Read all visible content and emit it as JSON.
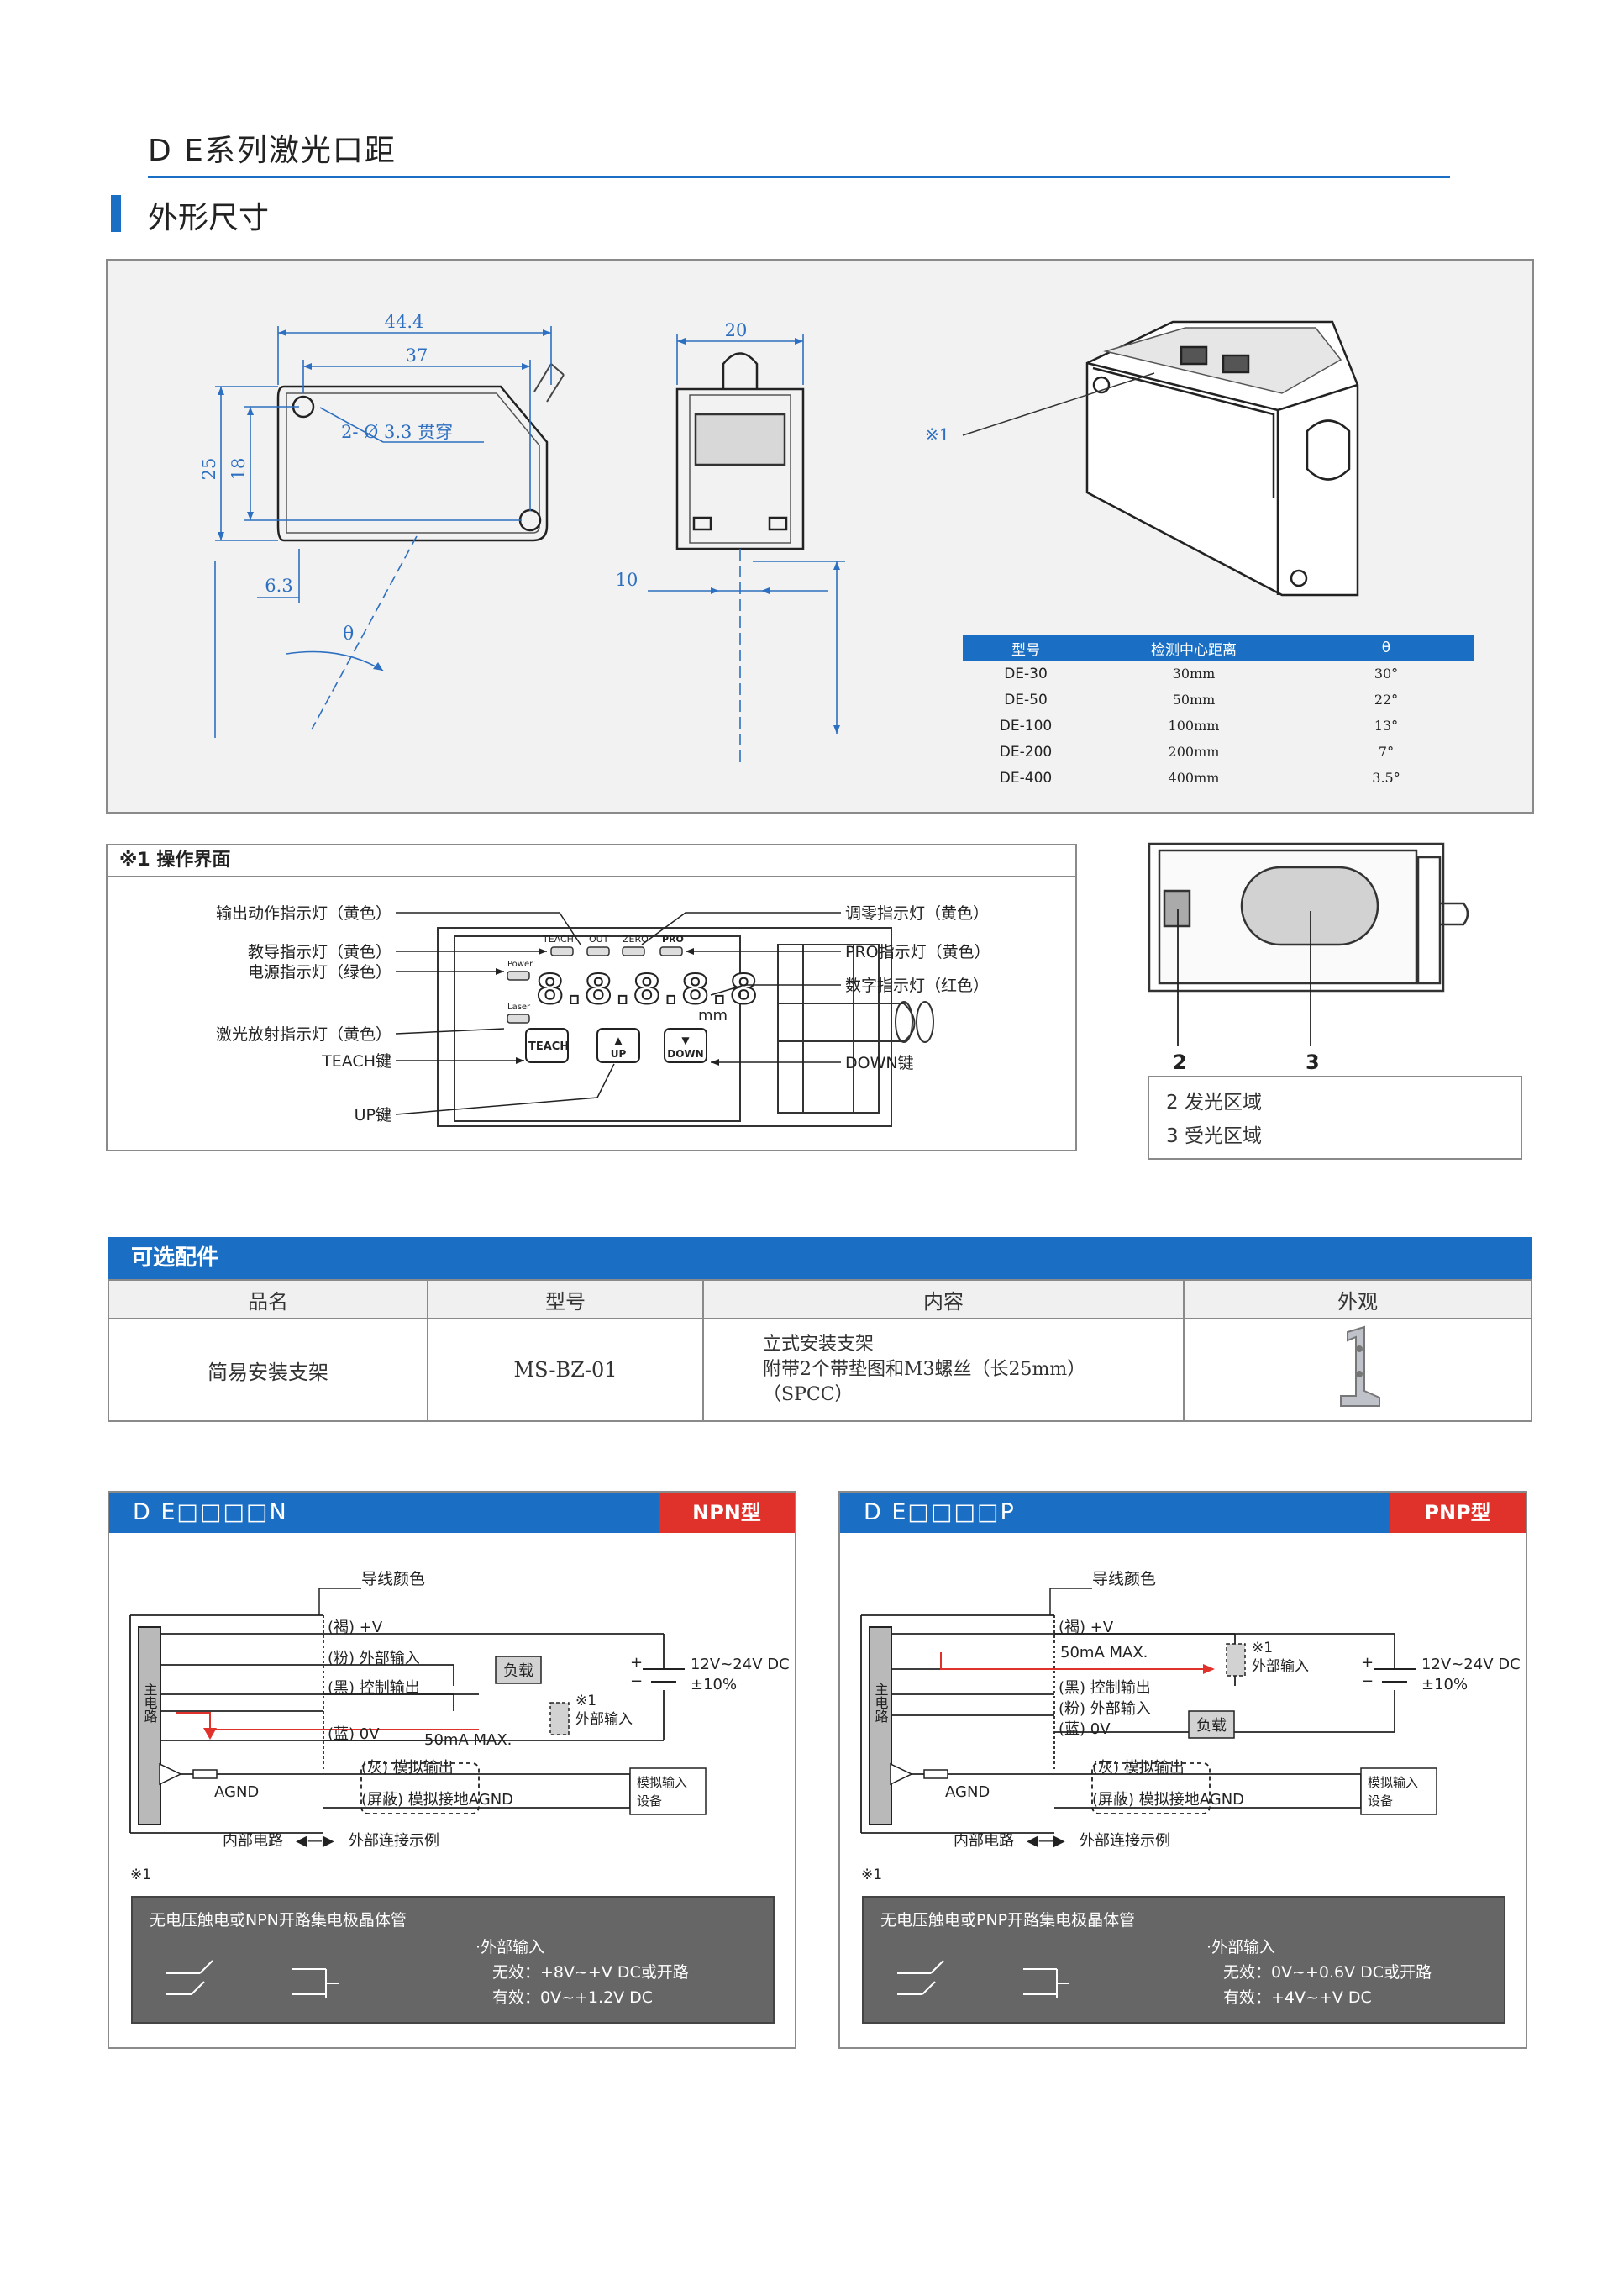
{
  "page": {
    "series_title": "D E系列激光口距",
    "section_title": "外形尺寸",
    "accent_color": "#1a6fc4"
  },
  "dimensions": {
    "d44_4": "44.4",
    "d37": "37",
    "d25": "25",
    "d18": "18",
    "d6_3": "6.3",
    "hole": "2- Ø 3.3 贯穿",
    "theta": "θ",
    "d20": "20",
    "d10": "10",
    "note1": "※1"
  },
  "model_table": {
    "headers": [
      "型号",
      "检测中心距离",
      "θ"
    ],
    "rows": [
      [
        "DE-30",
        "30mm",
        "30°"
      ],
      [
        "DE-50",
        "50mm",
        "22°"
      ],
      [
        "DE-100",
        "100mm",
        "13°"
      ],
      [
        "DE-200",
        "200mm",
        "7°"
      ],
      [
        "DE-400",
        "400mm",
        "3.5°"
      ]
    ]
  },
  "interface": {
    "title": "※1 操作界面",
    "left_labels": [
      "输出动作指示灯（黄色）",
      "教导指示灯（黄色）",
      "电源指示灯（绿色）",
      "激光放射指示灯（黄色）",
      "TEACH键",
      "UP键"
    ],
    "right_labels": [
      "调零指示灯（黄色）",
      "PRO指示灯（黄色）",
      "数字指示灯（红色）",
      "DOWN键"
    ],
    "panel_top": [
      "TEACH",
      "OUT",
      "ZERO",
      "PRO"
    ],
    "power": "Power",
    "laser": "Laser",
    "display": "8.8.8.8.8",
    "unit": "mm",
    "btn_teach": "TEACH",
    "btn_up": "UP",
    "btn_down": "DOWN"
  },
  "front": {
    "num2": "2",
    "num3": "3",
    "legend": [
      "2 发光区域",
      "3 受光区域"
    ]
  },
  "accessories": {
    "title": "可选配件",
    "headers": [
      "品名",
      "型号",
      "内容",
      "外观"
    ],
    "row": {
      "name": "简易安装支架",
      "model": "MS-BZ-01",
      "content": [
        "立式安装支架",
        "附带2个带垫图和M3螺丝（长25mm）",
        "（SPCC）"
      ]
    }
  },
  "npn": {
    "title": "D E□□□□N",
    "badge": "NPN型",
    "wire_color": "导线颜色",
    "w_brown": "(褐) +V",
    "w_pink": "(粉) 外部输入",
    "w_black": "(黑) 控制输出",
    "w_blue": "(蓝) 0V",
    "w_gray": "(灰) 模拟输出",
    "w_shield": "(屏蔽) 模拟接地AGND",
    "load": "负载",
    "ext_note": "※1",
    "ext_input": "外部输入",
    "current": "50mA MAX.",
    "plus": "+",
    "minus": "−",
    "supply": "12V~24V DC",
    "supply_tol": "±10%",
    "main_circuit": "主电路",
    "agnd": "AGND",
    "analog_in_1": "模拟输入",
    "analog_in_2": "设备",
    "internal": "内部电路",
    "external": "外部连接示例",
    "note_mark": "※1",
    "note_title": "无电压触电或NPN开路集电极晶体管",
    "note_head": "·外部输入",
    "note_l1": "无效：+8V~+V DC或开路",
    "note_l2": "有效：0V~+1.2V DC"
  },
  "pnp": {
    "title": "D E□□□□P",
    "badge": "PNP型",
    "wire_color": "导线颜色",
    "w_brown": "(褐) +V",
    "w_black": "(黑) 控制输出",
    "w_pink": "(粉) 外部输入",
    "w_blue": "(蓝) 0V",
    "w_gray": "(灰) 模拟输出",
    "w_shield": "(屏蔽) 模拟接地AGND",
    "load": "负载",
    "ext_note": "※1",
    "ext_input": "外部输入",
    "current": "50mA MAX.",
    "plus": "+",
    "minus": "−",
    "supply": "12V~24V DC",
    "supply_tol": "±10%",
    "main_circuit": "主电路",
    "agnd": "AGND",
    "analog_in_1": "模拟输入",
    "analog_in_2": "设备",
    "internal": "内部电路",
    "external": "外部连接示例",
    "note_mark": "※1",
    "note_title": "无电压触电或PNP开路集电极晶体管",
    "note_head": "·外部输入",
    "note_l1": "无效：0V~+0.6V DC或开路",
    "note_l2": "有效：+4V~+V DC"
  }
}
